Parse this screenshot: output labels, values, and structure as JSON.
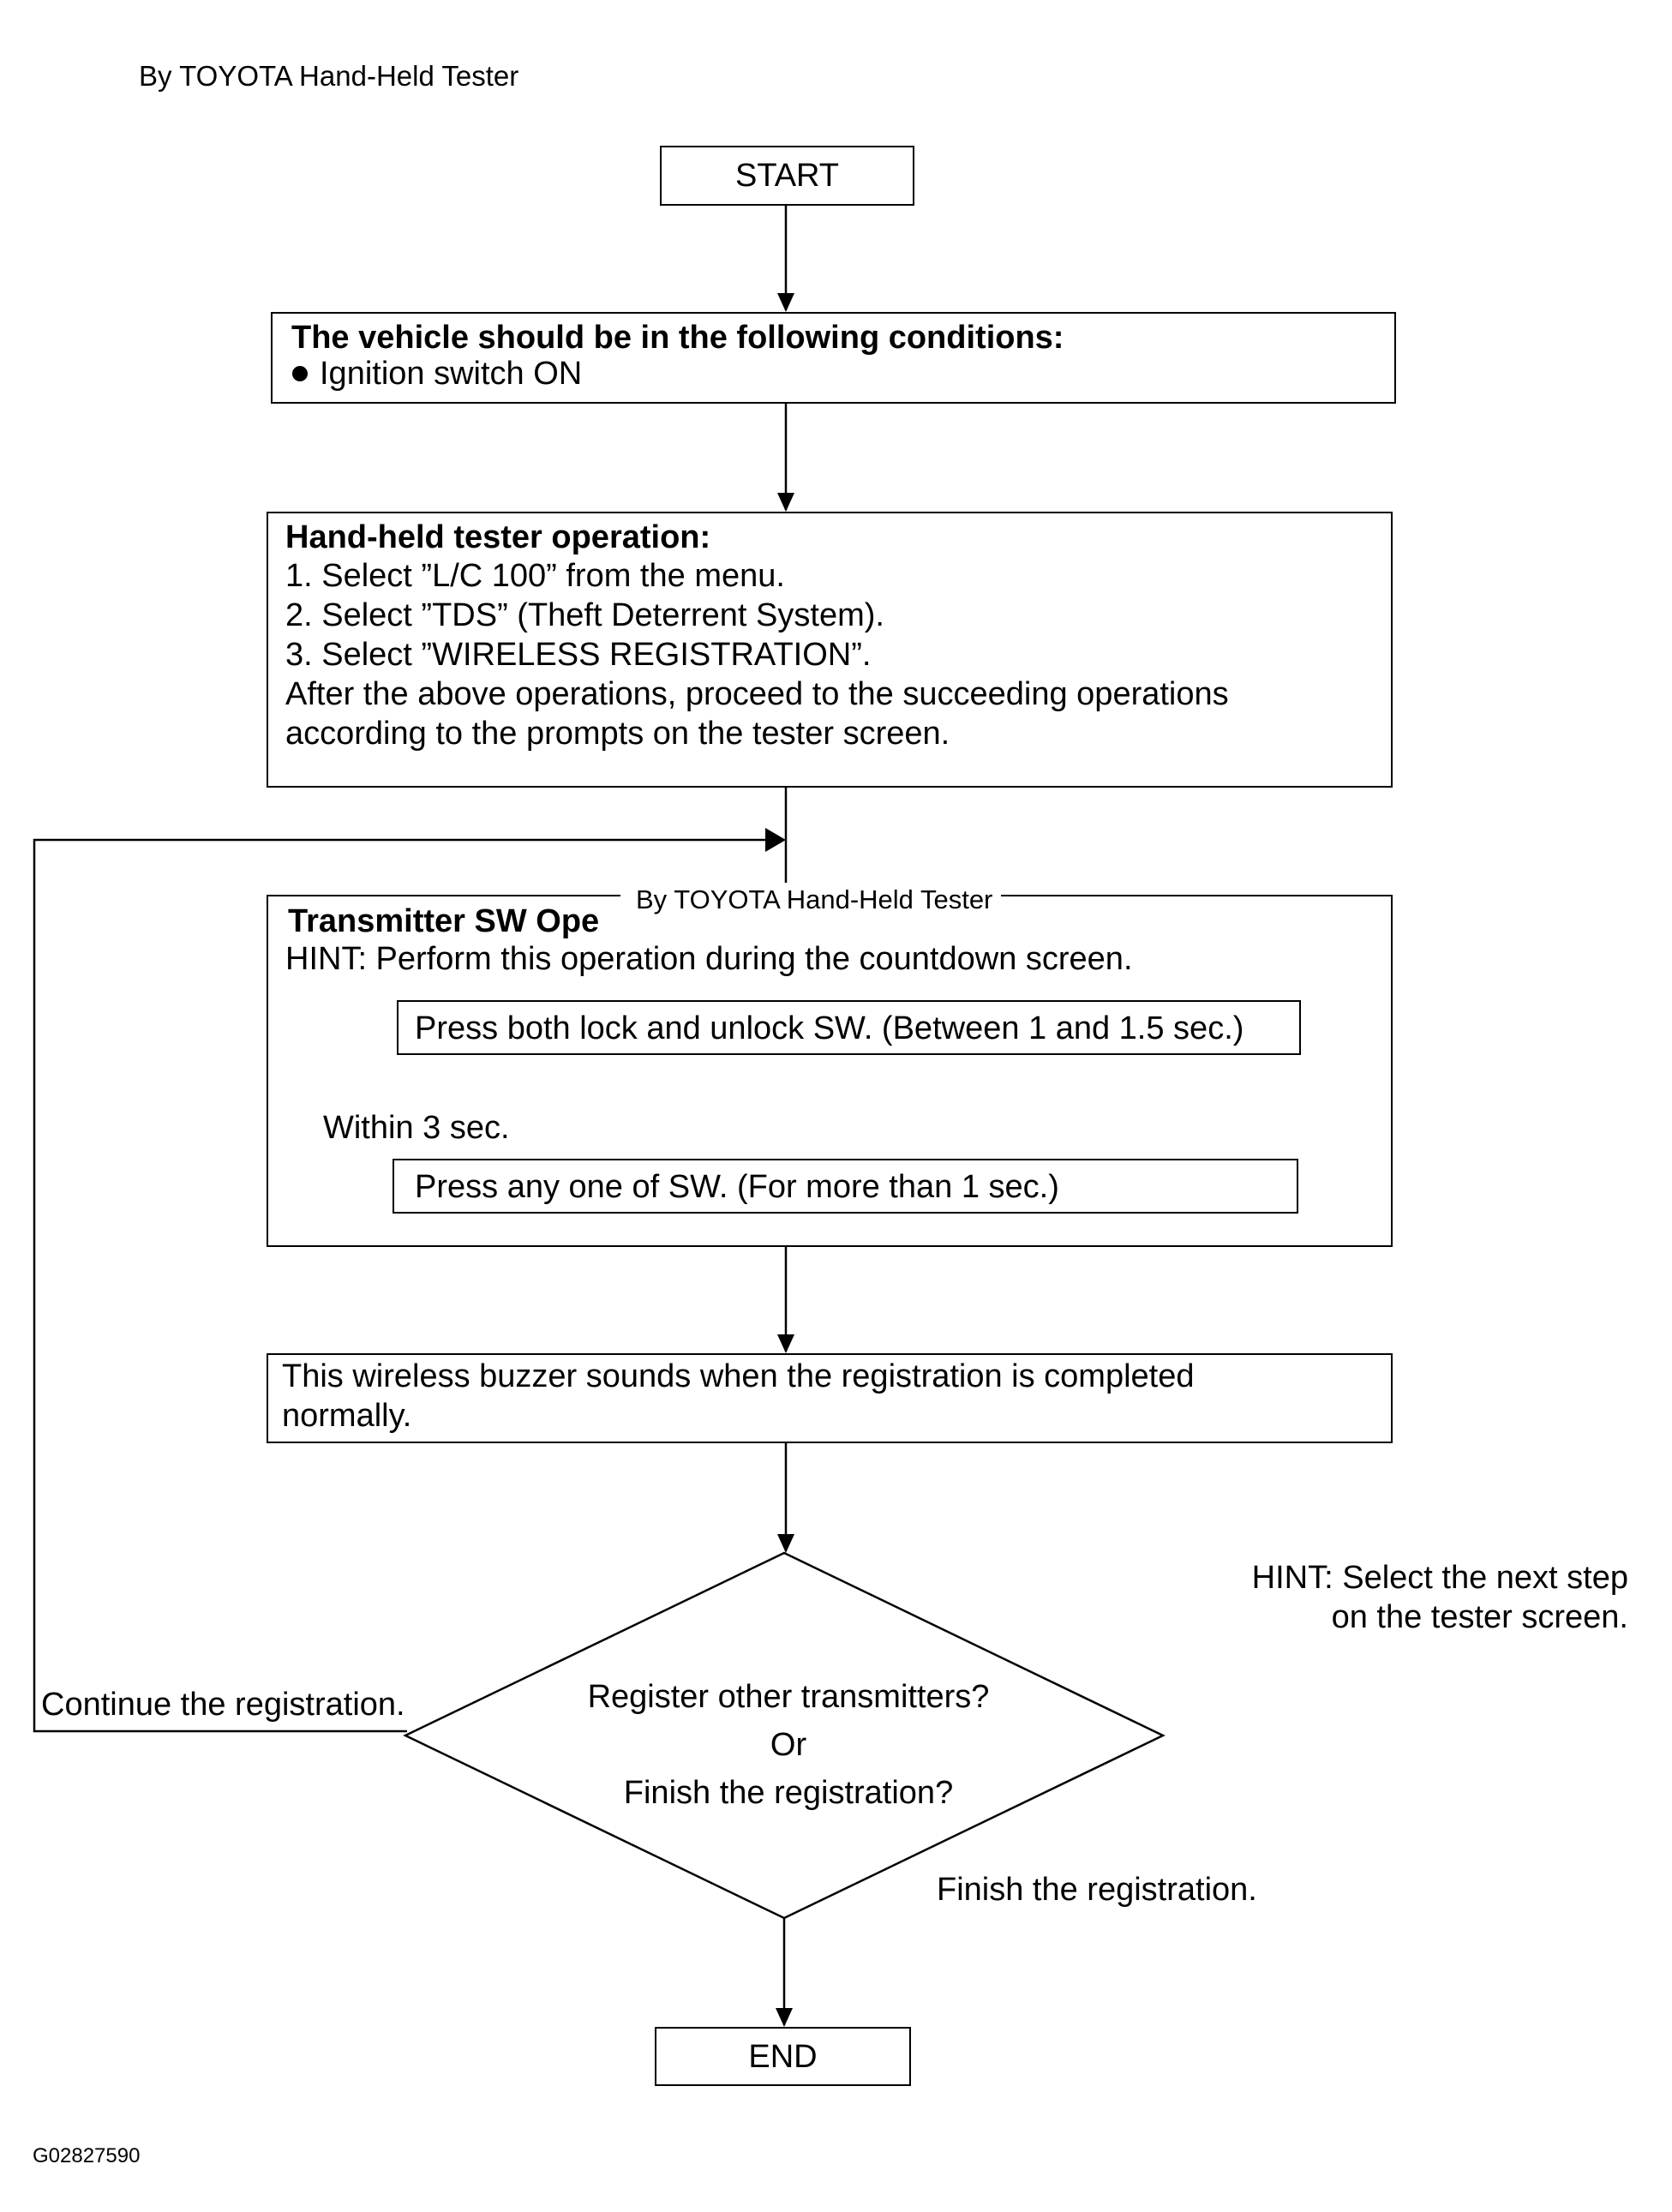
{
  "header": {
    "title": "By TOYOTA Hand-Held Tester"
  },
  "start": {
    "label": "START"
  },
  "conditions": {
    "heading": "The vehicle should be in the following conditions:",
    "items": [
      "Ignition switch ON"
    ]
  },
  "tester_operation": {
    "heading": "Hand-held tester operation:",
    "lines": [
      "1. Select ”L/C 100” from the menu.",
      "2. Select ”TDS” (Theft Deterrent System).",
      "3. Select ”WIRELESS REGISTRATION”.",
      "After the above operations, proceed to the succeeding operations",
      "according to the prompts on the tester screen."
    ]
  },
  "transmitter_op": {
    "heading": "Transmitter SW Ope",
    "overlay": "By TOYOTA Hand-Held Tester",
    "hint": "HINT: Perform this operation during the countdown screen.",
    "step1": "Press both lock and unlock SW. (Between 1 and 1.5 sec.)",
    "step2": "Press any one of SW. (For more than 1 sec.)",
    "interval": "Within 3 sec."
  },
  "buzzer": {
    "lines": [
      "This wireless buzzer sounds when the registration is completed",
      "normally."
    ]
  },
  "decision": {
    "lines": [
      "Register other transmitters?",
      "Or",
      "Finish the registration?"
    ],
    "left_label": "Continue the registration.",
    "bottom_label": "Finish the registration."
  },
  "hint_side": {
    "lines": [
      "HINT: Select the next step",
      "on the tester screen."
    ]
  },
  "end": {
    "label": "END"
  },
  "figure_code": "G02827590"
}
